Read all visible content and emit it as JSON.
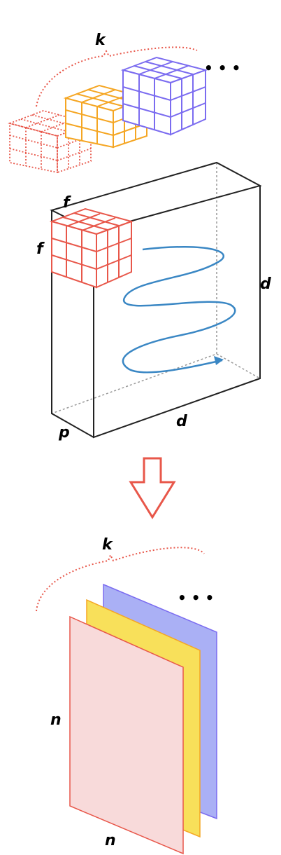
{
  "labels": {
    "k_top": "k",
    "f_top": "f",
    "f_side": "f",
    "d_right": "d",
    "d_bottom": "d",
    "p": "p",
    "k_bottom": "k",
    "n_side": "n",
    "n_bottom": "n",
    "ellipsis_top": "• • •",
    "ellipsis_bottom": "• • •"
  },
  "colors": {
    "filter_dotted": "#e8574a",
    "filter_orange": "#f5a623",
    "filter_purple": "#7b6cf0",
    "filter_red": "#e8574a",
    "brace": "#e8574a",
    "arrow": "#e8574a",
    "spiral": "#3a87c4",
    "map_pink_fill": "#f8dada",
    "map_pink_stroke": "#e8574a",
    "map_yellow_fill": "#f8e05a",
    "map_yellow_stroke": "#f5a623",
    "map_purple_fill": "#aab0f5",
    "map_purple_stroke": "#7b6cf0"
  }
}
